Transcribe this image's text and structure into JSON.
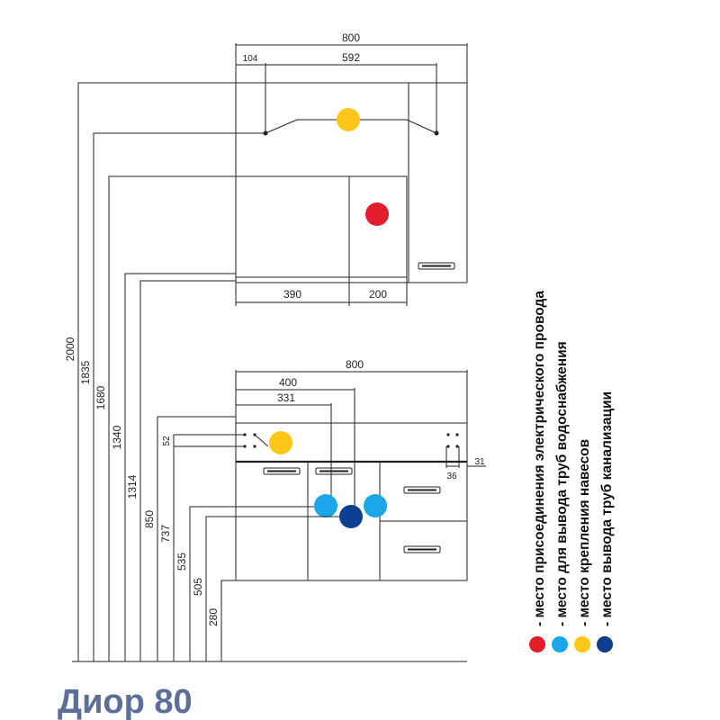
{
  "title": "Диор 80",
  "colors": {
    "red": "#e41e2a",
    "cyan": "#1aa6e8",
    "yellow": "#ffc61a",
    "navy": "#0d3e8f",
    "title": "#5c6f99"
  },
  "top_cabinet": {
    "width": "800",
    "offset": "104",
    "span": "592",
    "left_section": "390",
    "right_section": "200"
  },
  "bottom_cabinet": {
    "width": "800",
    "dim_400": "400",
    "dim_331": "331",
    "dim_52": "52",
    "dim_36": "36",
    "dim_31": "31"
  },
  "heights": [
    "2000",
    "1835",
    "1680",
    "1340",
    "1314",
    "850",
    "737",
    "535",
    "505",
    "280"
  ],
  "legend": [
    {
      "text": "- место присоединения электрического провода",
      "color": "#e41e2a"
    },
    {
      "text": "- место для вывода труб водоснабжения",
      "color": "#1aa6e8"
    },
    {
      "text": "- место крепления навесов",
      "color": "#ffc61a"
    },
    {
      "text": "- место вывода труб канализации",
      "color": "#0d3e8f"
    }
  ]
}
